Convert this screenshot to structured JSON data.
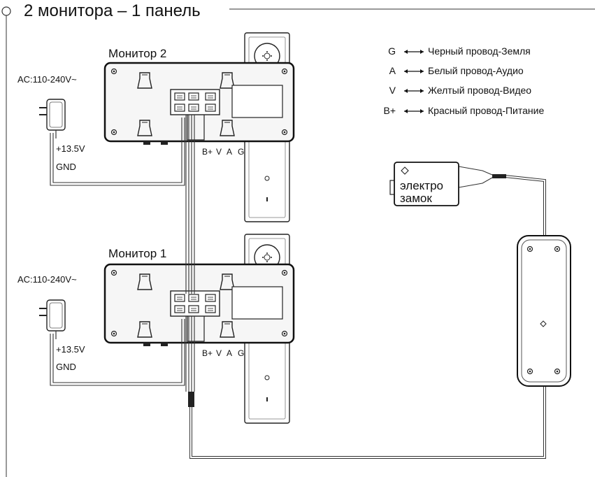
{
  "title": "2 монитора – 1 панель",
  "monitors": [
    {
      "label": "Монитор 2"
    },
    {
      "label": "Монитор 1"
    }
  ],
  "power": {
    "ac_label": "AC:110-240V~",
    "voltage_label": "+13.5V",
    "gnd_label": "GND"
  },
  "terminals": {
    "bplus": "B+",
    "v": "V",
    "a": "A",
    "g": "G"
  },
  "legend": [
    {
      "key": "G",
      "text": "Черный провод-Земля"
    },
    {
      "key": "A",
      "text": "Белый провод-Аудио"
    },
    {
      "key": "V",
      "text": "Желтый провод-Видео"
    },
    {
      "key": "B+",
      "text": "Красный провод-Питание"
    }
  ],
  "lock": {
    "line1": "электро",
    "line2": "замок"
  },
  "colors": {
    "line": "#333333",
    "monitor_body": "#f6f6f6",
    "panel_body": "#ffffff"
  }
}
